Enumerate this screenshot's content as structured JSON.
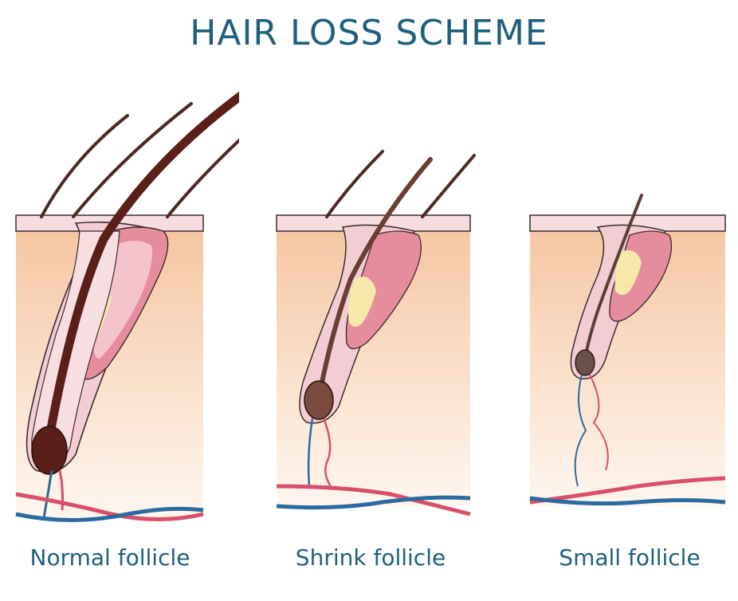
{
  "title": "HAIR LOSS SCHEME",
  "panels": [
    {
      "label": "Normal follicle"
    },
    {
      "label": "Shrink follicle"
    },
    {
      "label": "Small follicle"
    }
  ],
  "colors": {
    "title": "#1f5f7e",
    "skin_top": "#f6c9a6",
    "skin_bottom": "#fdf1e7",
    "follicle_pink": "#f1c3cb",
    "sheath_pink": "#e58a9b",
    "hair_normal": "#5a1f18",
    "hair_shrink": "#7a4a3c",
    "hair_small": "#6b5048",
    "artery": "#d9506a",
    "vein": "#2b6aa0",
    "gland": "#f7e6a6"
  }
}
